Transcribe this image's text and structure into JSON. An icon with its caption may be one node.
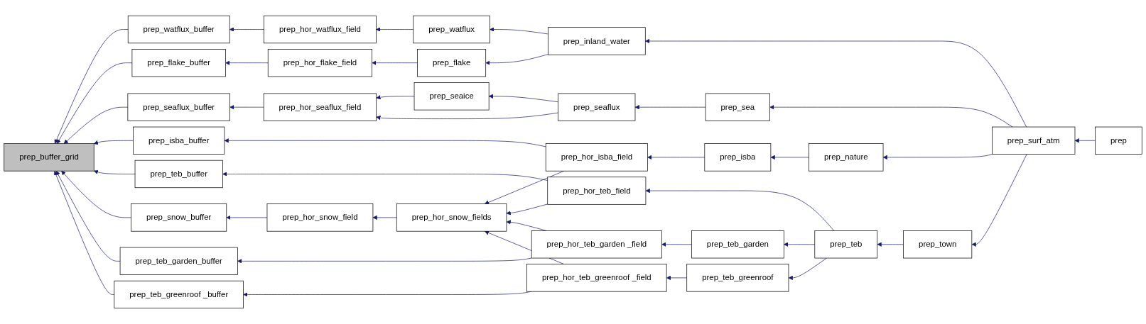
{
  "diagram": {
    "nodes": [
      {
        "text": [
          "prep_buffer_grid"
        ]
      },
      {
        "text": [
          "prep_watflux_buffer"
        ]
      },
      {
        "text": [
          "prep_flake_buffer"
        ]
      },
      {
        "text": [
          "prep_seaflux_buffer"
        ]
      },
      {
        "text": [
          "prep_isba_buffer"
        ]
      },
      {
        "text": [
          "prep_teb_buffer"
        ]
      },
      {
        "text": [
          "prep_snow_buffer"
        ]
      },
      {
        "text": [
          "prep_teb_garden_buffer"
        ]
      },
      {
        "text": [
          "prep_teb_greenroof _buffer"
        ]
      },
      {
        "text": [
          "prep_hor_watflux_field"
        ]
      },
      {
        "text": [
          "prep_hor_flake_field"
        ]
      },
      {
        "text": [
          "prep_hor_seaflux_field"
        ]
      },
      {
        "text": [
          "prep_hor_snow_field"
        ]
      },
      {
        "text": [
          "prep_watflux"
        ]
      },
      {
        "text": [
          "prep_flake"
        ]
      },
      {
        "text": [
          "prep_seaice"
        ]
      },
      {
        "text": [
          "prep_hor_snow_fields"
        ]
      },
      {
        "text": [
          "prep_inland_water"
        ]
      },
      {
        "text": [
          "prep_seaflux"
        ]
      },
      {
        "text": [
          "prep_hor_isba_field"
        ]
      },
      {
        "text": [
          "prep_hor_teb_field"
        ]
      },
      {
        "text": [
          "prep_hor_teb_garden _field"
        ]
      },
      {
        "text": [
          "prep_hor_teb_greenroof _field"
        ]
      },
      {
        "text": [
          "prep_sea"
        ]
      },
      {
        "text": [
          "prep_isba"
        ]
      },
      {
        "text": [
          "prep_teb_garden"
        ]
      },
      {
        "text": [
          "prep_teb_greenroof"
        ]
      },
      {
        "text": [
          "prep_nature"
        ]
      },
      {
        "text": [
          "prep_teb"
        ]
      },
      {
        "text": [
          "prep_town"
        ]
      },
      {
        "text": [
          "prep_surf_atm"
        ]
      },
      {
        "text": [
          "prep"
        ]
      }
    ],
    "edges": [
      {
        "from": 1,
        "to": 0,
        "arrow": "to"
      },
      {
        "from": 2,
        "to": 0,
        "arrow": "to"
      },
      {
        "from": 3,
        "to": 0,
        "arrow": "to"
      },
      {
        "from": 4,
        "to": 0,
        "arrow": "to"
      },
      {
        "from": 5,
        "to": 0,
        "arrow": "to"
      },
      {
        "from": 6,
        "to": 0,
        "arrow": "to"
      },
      {
        "from": 7,
        "to": 0,
        "arrow": "to"
      },
      {
        "from": 8,
        "to": 0,
        "arrow": "to"
      },
      {
        "from": 9,
        "to": 1,
        "arrow": "to"
      },
      {
        "from": 10,
        "to": 2,
        "arrow": "to"
      },
      {
        "from": 11,
        "to": 3,
        "arrow": "to"
      },
      {
        "from": 19,
        "to": 4,
        "arrow": "to"
      },
      {
        "from": 20,
        "to": 5,
        "arrow": "to"
      },
      {
        "from": 12,
        "to": 6,
        "arrow": "to"
      },
      {
        "from": 21,
        "to": 7,
        "arrow": "to"
      },
      {
        "from": 22,
        "to": 8,
        "arrow": "to"
      },
      {
        "from": 13,
        "to": 9,
        "arrow": "to"
      },
      {
        "from": 14,
        "to": 10,
        "arrow": "to"
      },
      {
        "from": 15,
        "to": 11,
        "arrow": "to"
      },
      {
        "from": 18,
        "to": 11,
        "arrow": "to"
      },
      {
        "from": 16,
        "to": 12,
        "arrow": "to"
      },
      {
        "from": 17,
        "to": 13,
        "arrow": "to"
      },
      {
        "from": 17,
        "to": 14,
        "arrow": "to"
      },
      {
        "from": 18,
        "to": 15,
        "arrow": "to"
      },
      {
        "from": 19,
        "to": 16,
        "arrow": "to"
      },
      {
        "from": 20,
        "to": 16,
        "arrow": "to"
      },
      {
        "from": 21,
        "to": 16,
        "arrow": "to"
      },
      {
        "from": 22,
        "to": 16,
        "arrow": "to"
      },
      {
        "from": 30,
        "to": 17,
        "arrow": "to"
      },
      {
        "from": 23,
        "to": 18,
        "arrow": "to"
      },
      {
        "from": 24,
        "to": 19,
        "arrow": "to"
      },
      {
        "from": 28,
        "to": 20,
        "arrow": "to"
      },
      {
        "from": 25,
        "to": 21,
        "arrow": "to"
      },
      {
        "from": 26,
        "to": 22,
        "arrow": "to"
      },
      {
        "from": 30,
        "to": 23,
        "arrow": "to"
      },
      {
        "from": 27,
        "to": 24,
        "arrow": "to"
      },
      {
        "from": 28,
        "to": 25,
        "arrow": "to"
      },
      {
        "from": 28,
        "to": 26,
        "arrow": "to"
      },
      {
        "from": 30,
        "to": 27,
        "arrow": "to"
      },
      {
        "from": 29,
        "to": 28,
        "arrow": "to"
      },
      {
        "from": 30,
        "to": 29,
        "arrow": "to"
      },
      {
        "from": 31,
        "to": 30,
        "arrow": "to"
      }
    ]
  }
}
